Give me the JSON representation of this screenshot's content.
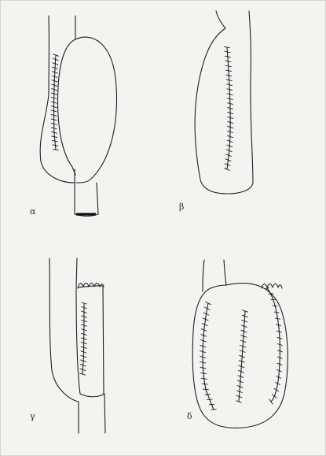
{
  "figure": {
    "panels": [
      {
        "id": "a",
        "label": "α"
      },
      {
        "id": "b",
        "label": "β"
      },
      {
        "id": "c",
        "label": "γ"
      },
      {
        "id": "d",
        "label": "δ"
      }
    ]
  },
  "style": {
    "ink_color": "#1e1e1e",
    "paper_color": "#f4f3ef"
  }
}
